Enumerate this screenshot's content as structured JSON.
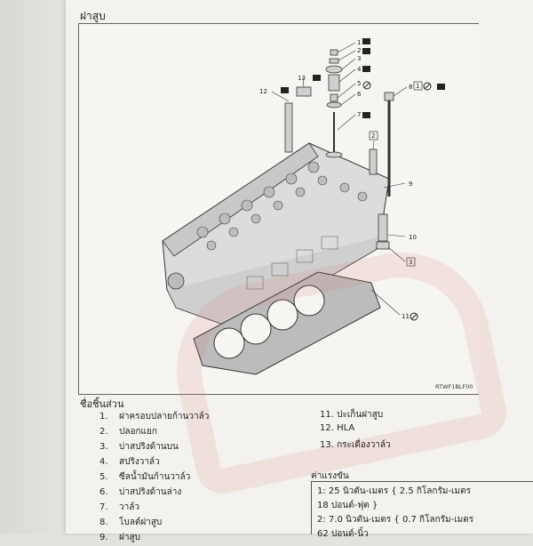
{
  "page": {
    "title": "ฝาสูบ",
    "figure_code": "RTWF1BLF00"
  },
  "callouts": {
    "c1": "1",
    "c2": "2",
    "c3": "3",
    "c4": "4",
    "c5": "5",
    "c6": "6",
    "c7": "7",
    "c8": "8",
    "c9": "9",
    "c10": "10",
    "c11": "11",
    "c12": "12",
    "c13": "13",
    "box1": "1",
    "box2": "2",
    "box3": "3"
  },
  "parts": {
    "heading": "ชื่อชิ้นส่วน",
    "left": [
      {
        "num": "1.",
        "name": "ฝาครอบปลายก้านวาล์ว"
      },
      {
        "num": "2.",
        "name": "ปลอกแยก"
      },
      {
        "num": "3.",
        "name": "บ่าสปริงด้านบน"
      },
      {
        "num": "4.",
        "name": "สปริงวาล์ว"
      },
      {
        "num": "5.",
        "name": "ซีลน้ำมันก้านวาล์ว"
      },
      {
        "num": "6.",
        "name": "บ่าสปริงด้านล่าง"
      },
      {
        "num": "7.",
        "name": "วาล์ว"
      },
      {
        "num": "8.",
        "name": "โบลต์ฝาสูบ"
      },
      {
        "num": "9.",
        "name": "ฝาสูบ"
      }
    ],
    "right": [
      {
        "num": "11.",
        "name": "ปะเก็นฝาสูบ"
      },
      {
        "num": "12.",
        "name": "HLA"
      },
      {
        "num": "13.",
        "name": "กระเดื่องวาล์ว"
      }
    ]
  },
  "torque": {
    "heading": "ค่าแรงขัน",
    "lines": [
      "1: 25 นิวตัน-เมตร { 2.5 กิโลกรัม-เมตร",
      "18 ปอนด์-ฟุต }",
      "2: 7.0 นิวตัน-เมตร { 0.7 กิโลกรัม-เมตร",
      "62 ปอนด์-นิ้ว"
    ]
  }
}
